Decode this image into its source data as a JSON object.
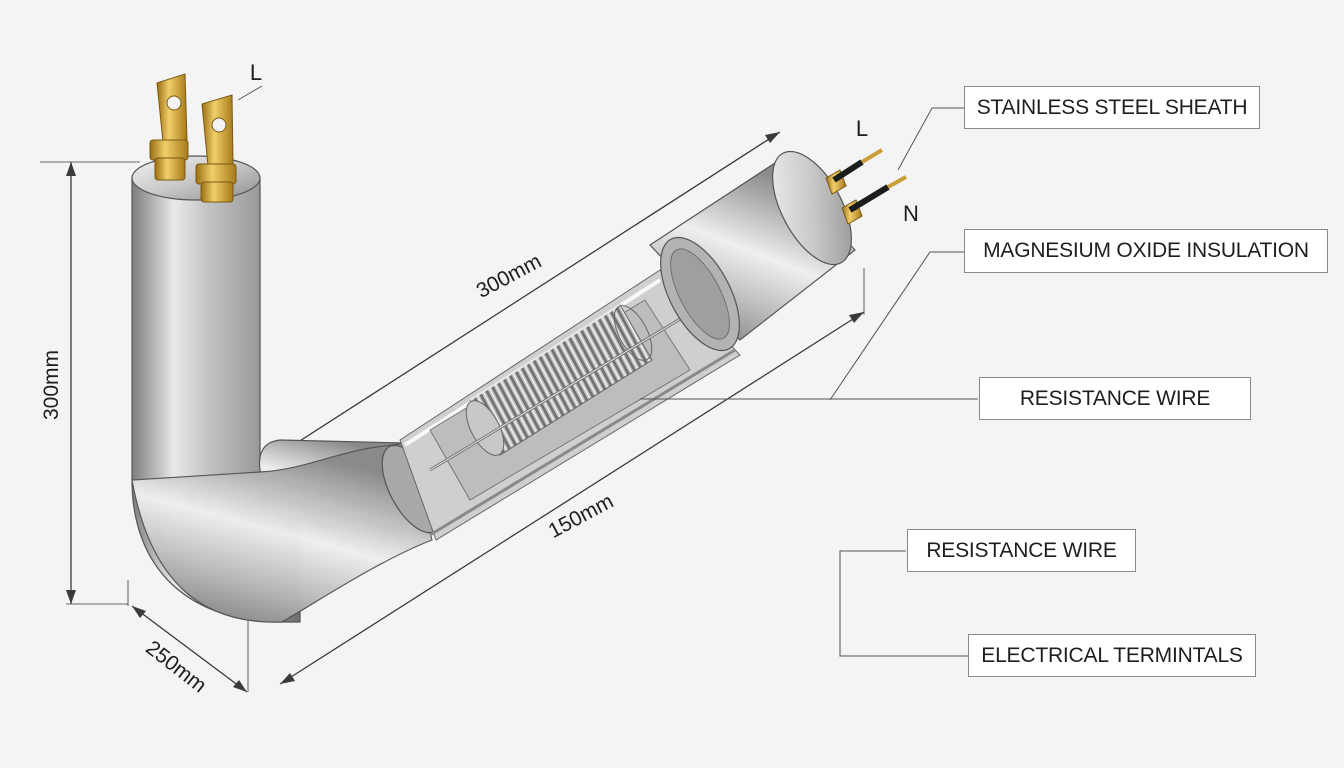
{
  "labels": {
    "stainless_steel_sheath": "STAINLESS STEEL SHEATH",
    "magnesium_oxide_insulation": "MAGNESIUM OXIDE INSULATION",
    "resistance_wire_1": "RESISTANCE WIRE",
    "resistance_wire_2": "RESISTANCE WIRE",
    "electrical_terminals": "ELECTRICAL TERMINTALS"
  },
  "dimensions": {
    "vertical": "300mm",
    "horizontal_top": "300mm",
    "horizontal_bottom": "150mm",
    "base": "250mm"
  },
  "terminals": {
    "left_top": "L",
    "right_top": "L",
    "right_bottom": "N"
  },
  "colors": {
    "steel": "#b8b8b8",
    "brass": "#c9a038",
    "line": "#3a3a3a"
  }
}
